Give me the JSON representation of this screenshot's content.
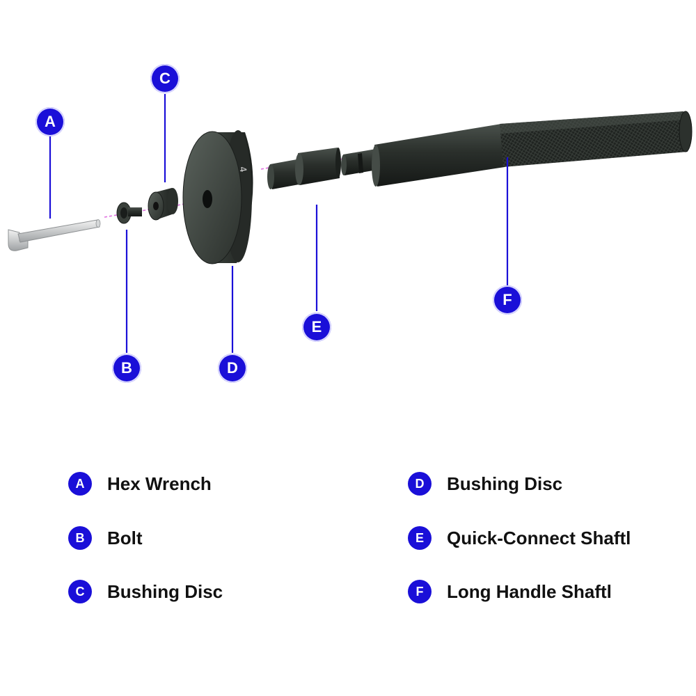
{
  "parts": [
    {
      "letter": "A",
      "label": "Hex Wrench"
    },
    {
      "letter": "B",
      "label": "Bolt"
    },
    {
      "letter": "C",
      "label": "Bushing Disc"
    },
    {
      "letter": "D",
      "label": "Bushing Disc"
    },
    {
      "letter": "E",
      "label": "Quick-Connect Shaftl"
    },
    {
      "letter": "F",
      "label": "Long Handle Shaftl"
    }
  ],
  "colors": {
    "badge": "#1a0fd8",
    "leader_line": "#1a0fd8",
    "metal_dark": "#2b2f2c",
    "axis_dash": "#e070e0"
  },
  "disc_marking": "4"
}
